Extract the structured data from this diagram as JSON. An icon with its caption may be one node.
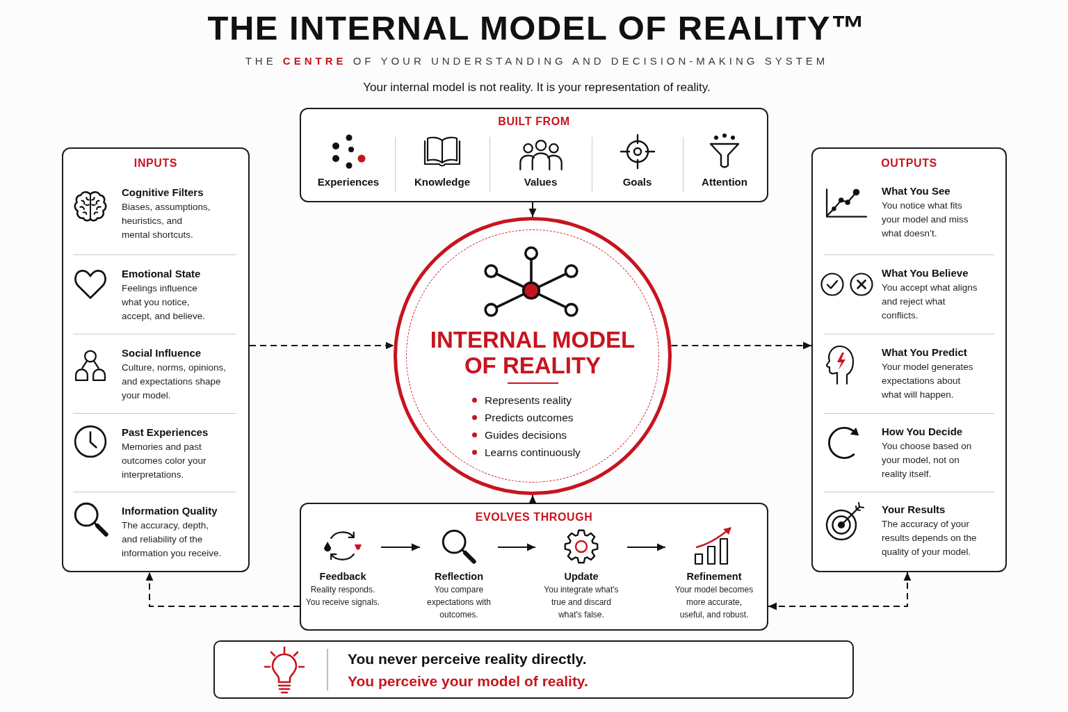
{
  "diagram": {
    "title": "THE INTERNAL MODEL OF REALITY™",
    "nodes": [
      {
        "text": [
          "INPUTS"
        ]
      },
      {
        "text": [
          "Cognitive Filters",
          "Biases, assumptions, heuristics, and mental shortcuts."
        ],
        "in": 0
      },
      {
        "text": [
          "Emotional State",
          "Feelings influence what you notice, accept, and believe."
        ],
        "in": 0
      },
      {
        "text": [
          "Social Influence",
          "Culture, norms, opinions, and expectations shape your model."
        ],
        "in": 0
      },
      {
        "text": [
          "Past Experiences",
          "Memories and past outcomes color your interpretations."
        ],
        "in": 0
      },
      {
        "text": [
          "Information Quality",
          "The accuracy, depth, and reliability of the information you receive."
        ],
        "in": 0
      },
      {
        "text": [
          "OUTPUTS"
        ]
      },
      {
        "text": [
          "What You See",
          "You notice what fits your model and miss what doesn’t."
        ],
        "in": 6
      },
      {
        "text": [
          "What You Believe",
          "You accept what aligns and reject what conflicts."
        ],
        "in": 6
      },
      {
        "text": [
          "What You Predict",
          "Your model generates expectations about what will happen."
        ],
        "in": 6
      },
      {
        "text": [
          "How You Decide",
          "You choose based on your model, not on reality itself."
        ],
        "in": 6
      },
      {
        "text": [
          "Your Results",
          "The accuracy of your results depends on the quality of your model."
        ],
        "in": 6
      },
      {
        "text": [
          "BUILT FROM"
        ]
      },
      {
        "text": [
          "Experiences"
        ],
        "in": 12
      },
      {
        "text": [
          "Knowledge"
        ],
        "in": 12
      },
      {
        "text": [
          "Values"
        ],
        "in": 12
      },
      {
        "text": [
          "Goals"
        ],
        "in": 12
      },
      {
        "text": [
          "Attention"
        ],
        "in": 12
      },
      {
        "text": [
          "INTERNAL MODEL OF REALITY",
          "Represents reality",
          "Predicts outcomes",
          "Guides decisions",
          "Learns continuously"
        ]
      },
      {
        "text": [
          "EVOLVES THROUGH"
        ]
      },
      {
        "text": [
          "Feedback",
          "Reality responds. You receive signals."
        ],
        "in": 19
      },
      {
        "text": [
          "Reflection",
          "You compare expectations with outcomes."
        ],
        "in": 19
      },
      {
        "text": [
          "Update",
          "You integrate what's true and discard what's false."
        ],
        "in": 19
      },
      {
        "text": [
          "Refinement",
          "Your model becomes more accurate, useful, and robust."
        ],
        "in": 19
      },
      {
        "text": [
          "You never perceive reality directly.",
          "You perceive your model of reality."
        ]
      }
    ],
    "edges": [
      {
        "from": 0,
        "to": 18,
        "arrow": "to",
        "style": "dashed"
      },
      {
        "from": 18,
        "to": 6,
        "arrow": "to",
        "style": "dashed"
      },
      {
        "from": 12,
        "to": 18,
        "arrow": "to"
      },
      {
        "from": 19,
        "to": 18,
        "arrow": "to"
      },
      {
        "from": 20,
        "to": 21,
        "arrow": "to"
      },
      {
        "from": 21,
        "to": 22,
        "arrow": "to"
      },
      {
        "from": 22,
        "to": 23,
        "arrow": "to"
      },
      {
        "from": 19,
        "to": 0,
        "arrow": "to",
        "style": "dashed"
      },
      {
        "from": 6,
        "to": 19,
        "arrow": "both",
        "style": "dashed"
      }
    ],
    "labels": [
      "THE **CENTRE** OF YOUR UNDERSTANDING AND DECISION-MAKING SYSTEM",
      "Your internal model is not reality. It is your representation of reality."
    ]
  }
}
